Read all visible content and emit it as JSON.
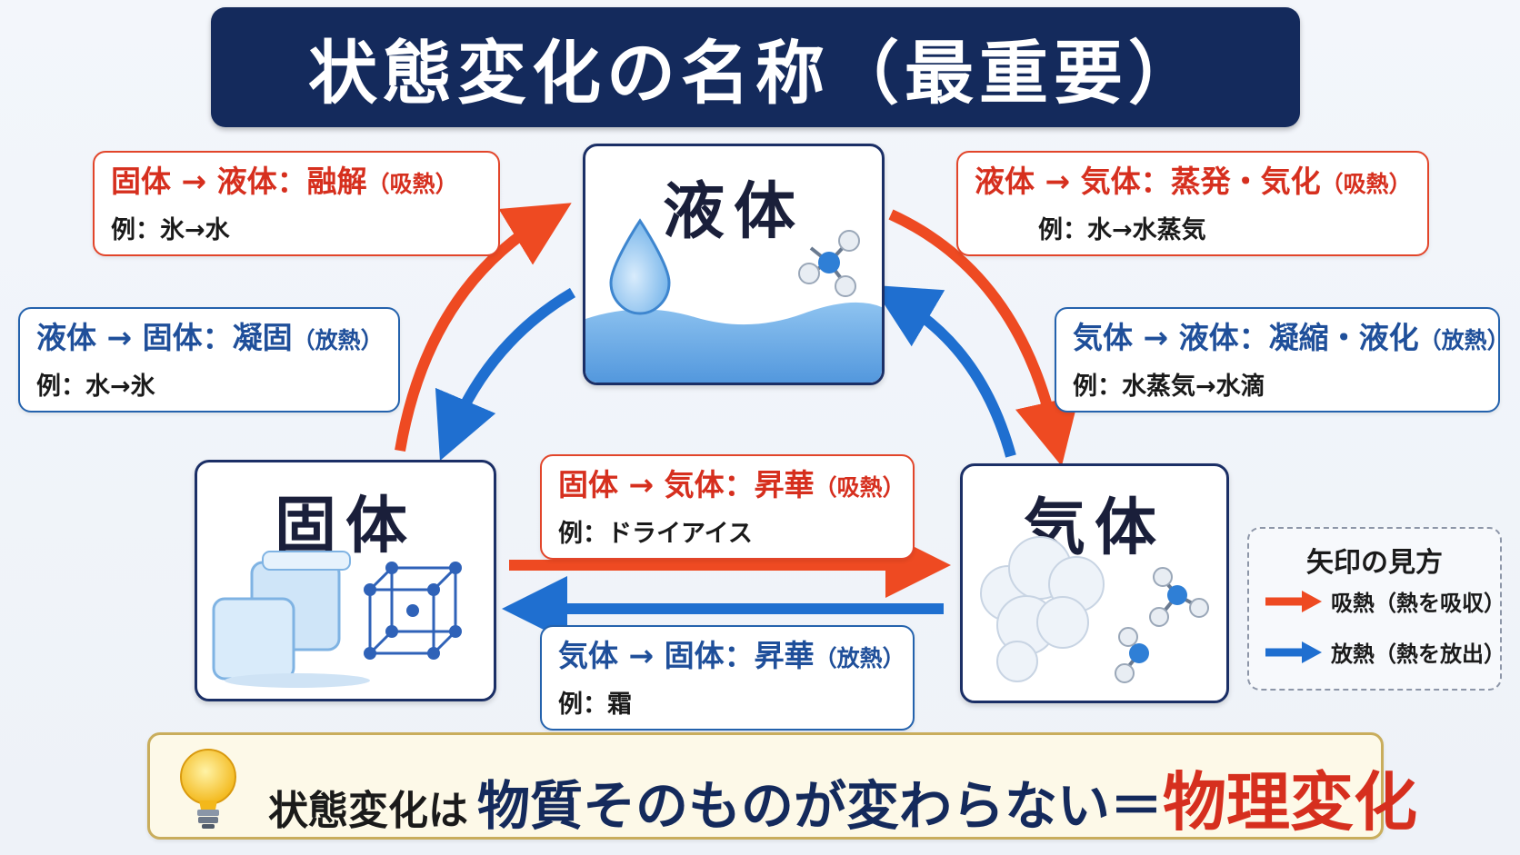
{
  "title": "状態変化の名称（最重要）",
  "states": {
    "liquid": "液体",
    "solid": "固体",
    "gas": "気体"
  },
  "transitions": {
    "melting": {
      "head": "固体 → 液体：融解",
      "note": "（吸熱）",
      "example": "例：氷→水"
    },
    "freezing": {
      "head": "液体 → 固体：凝固",
      "note": "（放熱）",
      "example": "例：水→氷"
    },
    "evaporation": {
      "head": "液体 → 気体：蒸発・気化",
      "note": "（吸熱）",
      "example": "例：水→水蒸気"
    },
    "condensation": {
      "head": "気体 → 液体：凝縮・液化",
      "note": "（放熱）",
      "example": "例：水蒸気→水滴"
    },
    "sublimation_up": {
      "head": "固体 → 気体：昇華",
      "note": "（吸熱）",
      "example": "例：ドライアイス"
    },
    "sublimation_down": {
      "head": "気体 → 固体：昇華",
      "note": "（放熱）",
      "example": "例：霜"
    }
  },
  "legend": {
    "title": "矢印の見方",
    "absorb": "吸熱（熱を吸収）",
    "release": "放熱（熱を放出）"
  },
  "banner": {
    "part1": "状態変化は",
    "part2": "物質そのものが変わらない＝",
    "part3": "物理変化"
  },
  "colors": {
    "absorb": "#ee4a22",
    "release": "#1f6fd0",
    "title_bg": "#142a5c"
  },
  "icons": [
    "water-drop-icon",
    "molecule-icon",
    "ice-cube-icon",
    "crystal-lattice-icon",
    "steam-cloud-icon",
    "lightbulb-icon"
  ]
}
